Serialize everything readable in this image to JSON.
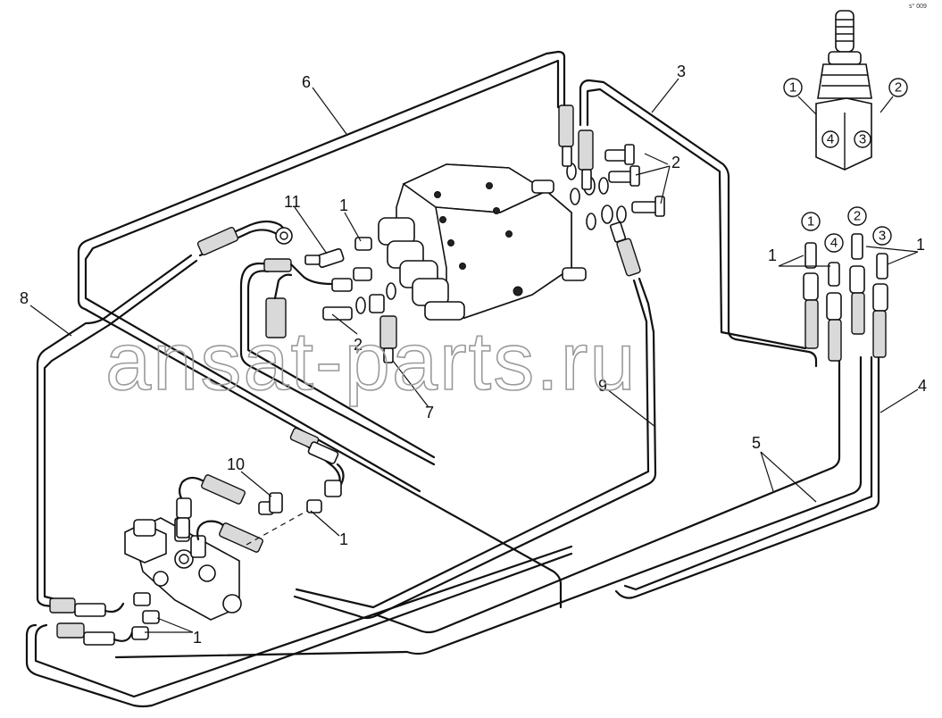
{
  "corner_code": "s° 009",
  "watermark": "ansat-parts.ru",
  "callouts": [
    {
      "id": "c6",
      "text": "6"
    },
    {
      "id": "c3",
      "text": "3"
    },
    {
      "id": "c2a",
      "text": "2"
    },
    {
      "id": "c11",
      "text": "11"
    },
    {
      "id": "c1a",
      "text": "1"
    },
    {
      "id": "c8",
      "text": "8"
    },
    {
      "id": "c2b",
      "text": "2"
    },
    {
      "id": "c7",
      "text": "7"
    },
    {
      "id": "c9",
      "text": "9"
    },
    {
      "id": "c1b",
      "text": "1"
    },
    {
      "id": "c1c",
      "text": "1"
    },
    {
      "id": "c4",
      "text": "4"
    },
    {
      "id": "c5",
      "text": "5"
    },
    {
      "id": "c10",
      "text": "10"
    },
    {
      "id": "c1d",
      "text": "1"
    },
    {
      "id": "c1e",
      "text": "1"
    }
  ],
  "joystick_ports": [
    "1",
    "2",
    "4",
    "3"
  ],
  "port_markers": [
    "1",
    "4",
    "2",
    "3"
  ]
}
